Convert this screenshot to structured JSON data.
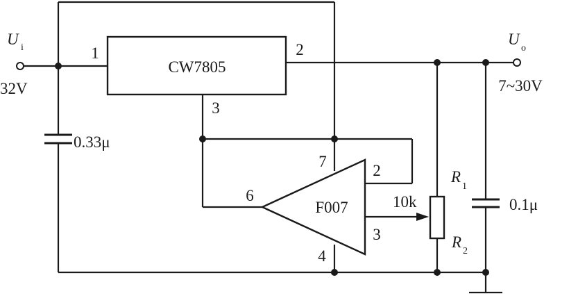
{
  "input": {
    "symbol": "U",
    "subscript": "i",
    "voltage": "32V"
  },
  "output": {
    "symbol": "U",
    "subscript": "o",
    "range": "7~30V"
  },
  "regulator": {
    "name": "CW7805",
    "pin_in": "1",
    "pin_out": "2",
    "pin_gnd": "3"
  },
  "opamp": {
    "name": "F007",
    "pin_inv": "6",
    "pin_noninv": "3",
    "pin_out": "2",
    "pin_vplus": "7",
    "pin_vminus": "4"
  },
  "input_capacitor": {
    "value": "0.33μ"
  },
  "output_capacitor": {
    "value": "0.1μ"
  },
  "potentiometer": {
    "value": "10k",
    "upper_symbol": "R",
    "upper_sub": "1",
    "lower_symbol": "R",
    "lower_sub": "2"
  }
}
